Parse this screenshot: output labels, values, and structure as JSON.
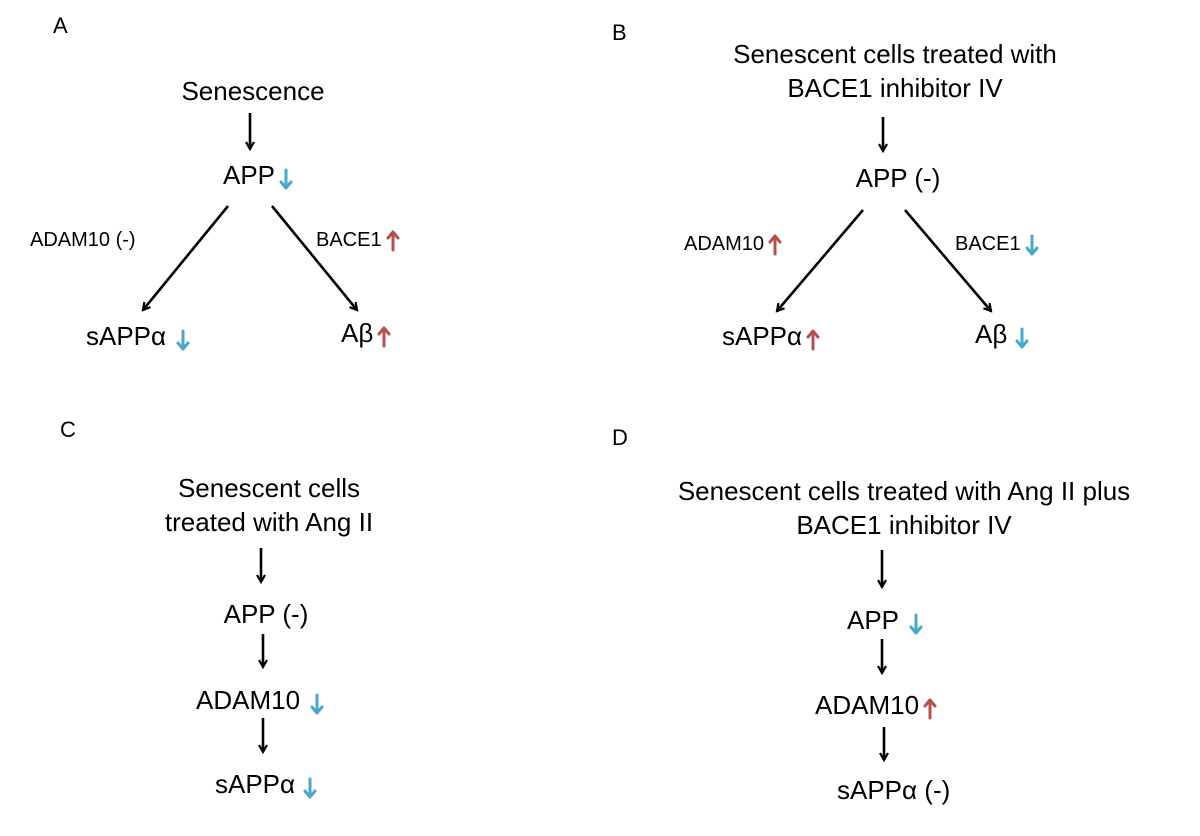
{
  "colors": {
    "down": "#4aa7c9",
    "up": "#b5504e",
    "arrow": "#000000"
  },
  "panels": {
    "A": {
      "label": "A",
      "title": "Senescence",
      "app": {
        "text": "APP",
        "indicator": "down"
      },
      "left_enzyme": {
        "text": "ADAM10 (-)"
      },
      "right_enzyme": {
        "text": "BACE1",
        "indicator": "up"
      },
      "left_product": {
        "text": "sAPPα",
        "indicator": "down"
      },
      "right_product": {
        "text": "Aβ",
        "indicator": "up"
      }
    },
    "B": {
      "label": "B",
      "title_line1": "Senescent cells treated with",
      "title_line2": "BACE1 inhibitor IV",
      "app": {
        "text": "APP (-)"
      },
      "left_enzyme": {
        "text": "ADAM10",
        "indicator": "up"
      },
      "right_enzyme": {
        "text": "BACE1",
        "indicator": "down"
      },
      "left_product": {
        "text": "sAPPα",
        "indicator": "up"
      },
      "right_product": {
        "text": "Aβ",
        "indicator": "down"
      }
    },
    "C": {
      "label": "C",
      "title_line1": "Senescent cells",
      "title_line2": "treated with Ang II",
      "app": {
        "text": "APP (-)"
      },
      "enzyme": {
        "text": "ADAM10",
        "indicator": "down"
      },
      "product": {
        "text": "sAPPα",
        "indicator": "down"
      }
    },
    "D": {
      "label": "D",
      "title_line1": "Senescent cells treated with Ang II plus",
      "title_line2": "BACE1 inhibitor IV",
      "app": {
        "text": "APP",
        "indicator": "down"
      },
      "enzyme": {
        "text": "ADAM10",
        "indicator": "up"
      },
      "product": {
        "text": "sAPPα (-)"
      }
    }
  }
}
